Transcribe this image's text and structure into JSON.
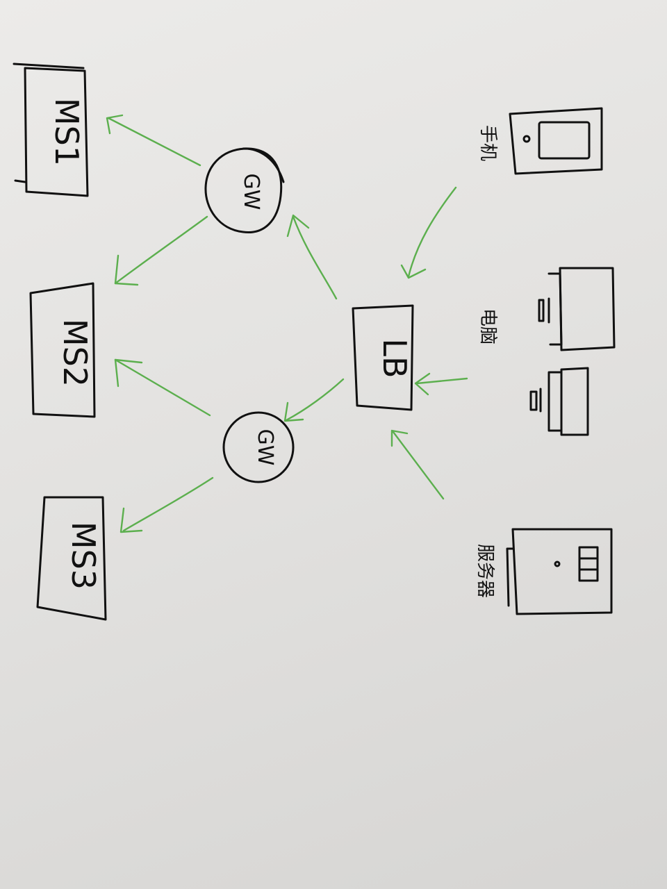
{
  "diagram": {
    "load_balancer": {
      "label": "LB"
    },
    "gateways": [
      {
        "label": "GW"
      },
      {
        "label": "GW"
      }
    ],
    "services": [
      {
        "label": "MS1"
      },
      {
        "label": "MS2"
      },
      {
        "label": "MS3"
      }
    ],
    "clients": [
      {
        "label": "手机",
        "device": "phone-icon"
      },
      {
        "label": "电脑",
        "device": "desktop-computer-icon"
      },
      {
        "label": "服务器",
        "device": "server-icon"
      }
    ],
    "edges": [
      {
        "from": "手机",
        "to": "LB"
      },
      {
        "from": "电脑",
        "to": "LB"
      },
      {
        "from": "服务器",
        "to": "LB"
      },
      {
        "from": "LB",
        "to": "GW"
      },
      {
        "from": "LB",
        "to": "GW"
      },
      {
        "from": "GW",
        "to": "MS1"
      },
      {
        "from": "GW",
        "to": "MS2"
      },
      {
        "from": "GW",
        "to": "MS2"
      },
      {
        "from": "GW",
        "to": "MS3"
      }
    ],
    "colors": {
      "ink": "#111111",
      "arrow": "#5caf4e",
      "paper": "#e6e5e3"
    }
  }
}
